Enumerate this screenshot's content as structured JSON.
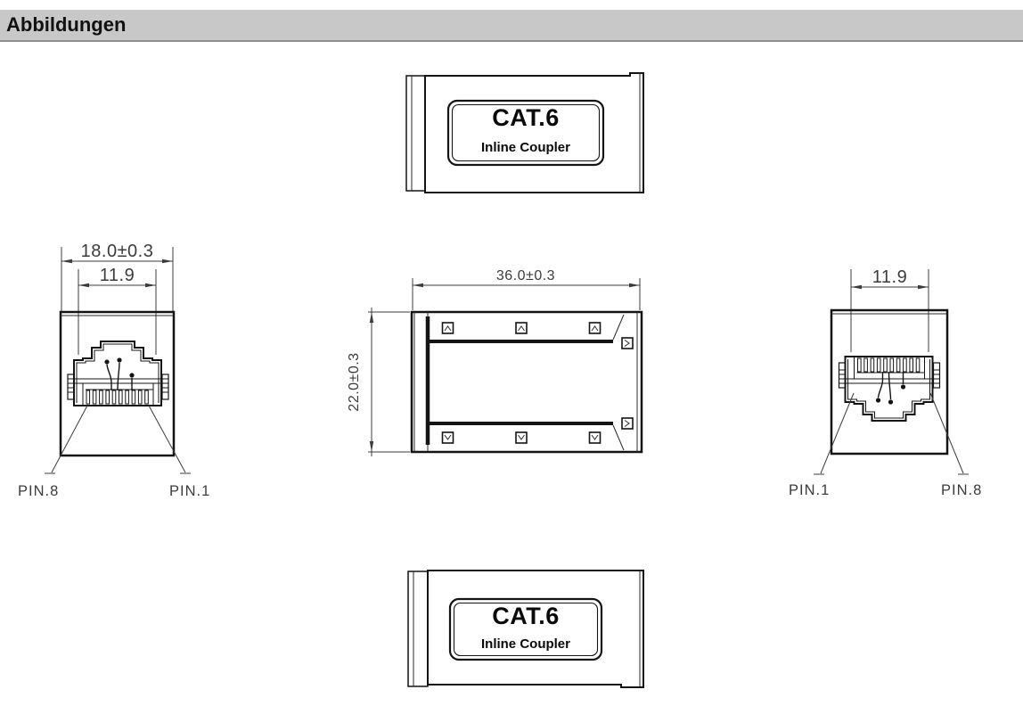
{
  "header": {
    "title": "Abbildungen"
  },
  "figures": {
    "top_view": {
      "label_line1": "CAT.6",
      "label_line2": "Inline Coupler"
    },
    "bottom_view": {
      "label_line1": "CAT.6",
      "label_line2": "Inline Coupler"
    },
    "front_view_left": {
      "dim_outer": "18.0±0.3",
      "dim_inner": "11.9",
      "pin_left": "PIN.8",
      "pin_right": "PIN.1"
    },
    "side_view": {
      "dim_width": "36.0±0.3",
      "dim_height": "22.0±0.3"
    },
    "front_view_right": {
      "dim_inner": "11.9",
      "pin_left": "PIN.1",
      "pin_right": "PIN.8"
    }
  },
  "colors": {
    "header_bg": "#c8c8c8",
    "header_border": "#8f8f8f",
    "line": "#141414",
    "dim_text": "#3c3c3c"
  }
}
